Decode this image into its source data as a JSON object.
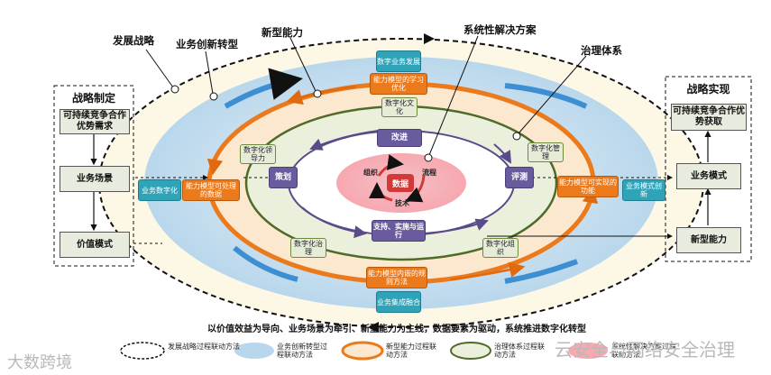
{
  "left_panel": {
    "title": "战略制定",
    "box1": "可持续竞争合作优势需求",
    "box2": "业务场景",
    "box3": "价值模式"
  },
  "right_panel": {
    "title": "战略实现",
    "box1": "可持续竞争合作优势获取",
    "box2": "业务模式",
    "box3": "新型能力"
  },
  "callouts": {
    "strategy": "发展战略",
    "business_innovation": "业务创新转型",
    "new_capability": "新型能力",
    "system_solution": "系统性解决方案",
    "governance": "治理体系"
  },
  "teal_tags": {
    "top": "数字业务发展",
    "left": "业务数字化",
    "right": "业务模式创新",
    "bottom": "业务集成融合"
  },
  "orange_tags": {
    "top": "能力模型的学习优化",
    "left": "能力模型可处理的数据",
    "right": "能力模型可实现的功能",
    "bottom": "能力模型内嵌的规则方法"
  },
  "green_tags": {
    "top": "数字化文化",
    "left": "数字化领导力",
    "right": "数字化管理",
    "bottom_left": "数字化治理",
    "bottom_right": "数字化组织"
  },
  "purple_tags": {
    "top": "改进",
    "left": "策划",
    "right": "评测",
    "bottom": "支持、实施与运行"
  },
  "core": {
    "center": "数据",
    "org": "组织",
    "process": "流程",
    "tech": "技术"
  },
  "caption": "以价值效益为导向、业务场景为牵引、新型能力为主线，数据要素为驱动，系统推进数字化转型",
  "legend": [
    {
      "label": "发展战略过程联动方法"
    },
    {
      "label": "业务创新转型过程联动方法"
    },
    {
      "label": "新型能力过程联动方法"
    },
    {
      "label": "治理体系过程联动方法"
    },
    {
      "label": "系统性解决方案过程联动方法"
    }
  ],
  "watermarks": {
    "left": "大数跨境",
    "right": "云安全与网络安全治理"
  },
  "colors": {
    "teal": "#2fa3b7",
    "orange": "#ea7a1c",
    "green": "#4f6b2a",
    "purple": "#6a5a9e",
    "core_red": "#d23a3a"
  }
}
